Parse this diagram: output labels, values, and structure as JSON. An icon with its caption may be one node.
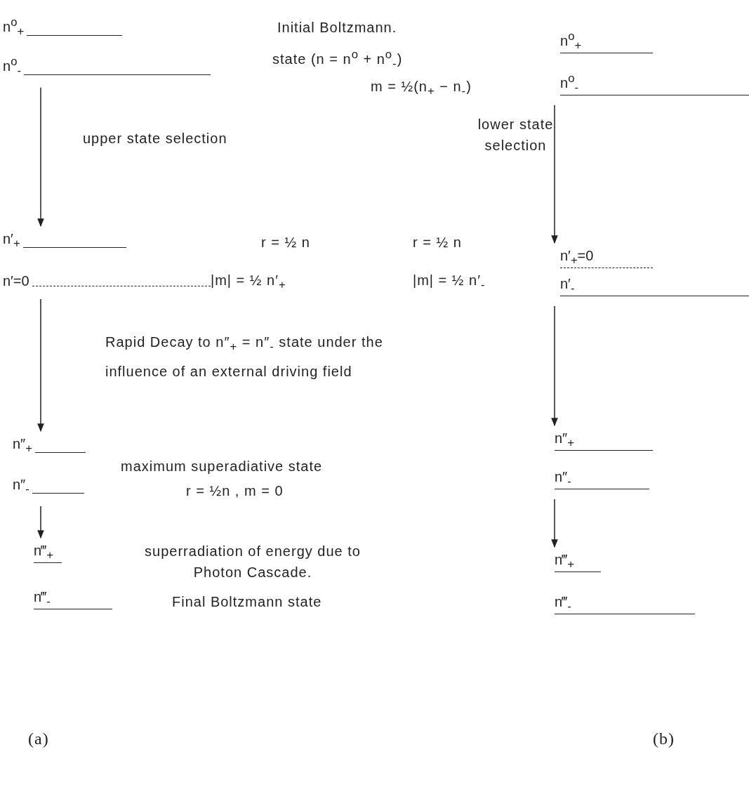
{
  "diagram": {
    "nodes": [
      {
        "text": [
          "n$^{o}$$_{+}$"
        ]
      },
      {
        "text": [
          "n$^{o}$$_{-}$"
        ]
      },
      {
        "text": [
          "n′$_{+}$"
        ]
      },
      {
        "text": [
          "n′=0"
        ]
      },
      {
        "text": [
          "n″$_{+}$"
        ]
      },
      {
        "text": [
          "n″$_{-}$"
        ]
      },
      {
        "text": [
          "n‴$_{+}$"
        ]
      },
      {
        "text": [
          "n‴$_{-}$"
        ]
      },
      {
        "text": [
          "n$^{o}$$_{+}$"
        ]
      },
      {
        "text": [
          "n$^{o}$$_{-}$"
        ]
      },
      {
        "text": [
          "n′$_{+}$=0"
        ]
      },
      {
        "text": [
          "n′$_{-}$"
        ]
      },
      {
        "text": [
          "n″$_{+}$"
        ]
      },
      {
        "text": [
          "n″$_{-}$"
        ]
      },
      {
        "text": [
          "n‴$_{+}$"
        ]
      },
      {
        "text": [
          "n‴$_{-}$"
        ]
      }
    ],
    "edges": [
      {
        "from": 1,
        "to": 2,
        "arrow": "to"
      },
      {
        "from": 3,
        "to": 4,
        "arrow": "to"
      },
      {
        "from": 5,
        "to": 6,
        "arrow": "to"
      },
      {
        "from": 9,
        "to": 10,
        "arrow": "to"
      },
      {
        "from": 11,
        "to": 12,
        "arrow": "to"
      },
      {
        "from": 13,
        "to": 14,
        "arrow": "to"
      }
    ],
    "labels": [
      "Initial Boltzmann.",
      "state (n = n$^{o}$ + n$^{o}$$_{-}$)",
      "m = ½(n$_{+}$ − n$_{-}$)",
      "upper state selection",
      "lower state selection",
      "r = ½ n",
      "|m| = ½ n′$_{+}$",
      "r = ½ n",
      "|m| = ½ n′$_{-}$",
      "Rapid Decay to n″$_{+}$ = n″$_{-}$ state under the influence of an external driving field",
      "maximum superadiative state",
      "r = ½n , m = 0",
      "superradiation of energy due to Photon Cascade.",
      "Final Boltzmann state",
      "(a)",
      "(b)"
    ]
  }
}
